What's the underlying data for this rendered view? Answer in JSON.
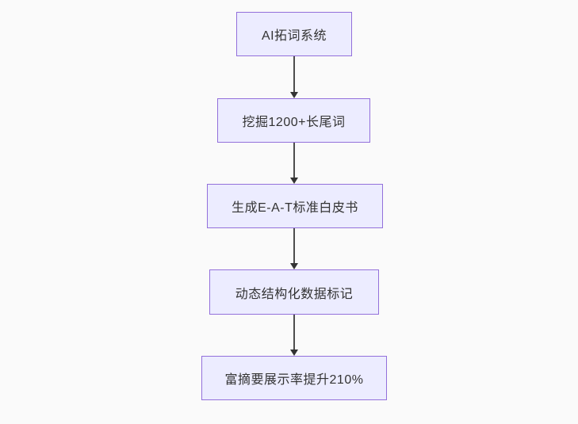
{
  "diagram": {
    "type": "flowchart",
    "direction": "top-down",
    "nodes": [
      {
        "id": "A",
        "label": "AI拓词系统"
      },
      {
        "id": "B",
        "label": "挖掘1200+长尾词"
      },
      {
        "id": "C",
        "label": "生成E-A-T标准白皮书"
      },
      {
        "id": "D",
        "label": "动态结构化数据标记"
      },
      {
        "id": "E",
        "label": "富摘要展示率提升210%"
      }
    ],
    "edges": [
      {
        "from": "A",
        "to": "B",
        "label": ""
      },
      {
        "from": "B",
        "to": "C",
        "label": ""
      },
      {
        "from": "C",
        "to": "D",
        "label": ""
      },
      {
        "from": "D",
        "to": "E",
        "label": ""
      }
    ],
    "colors": {
      "background": "#fafafa",
      "node_fill": "#ECECFF",
      "node_border": "#9370DB",
      "edge_line": "#4d4d4d",
      "arrowhead": "#333333",
      "text": "#333333"
    }
  }
}
